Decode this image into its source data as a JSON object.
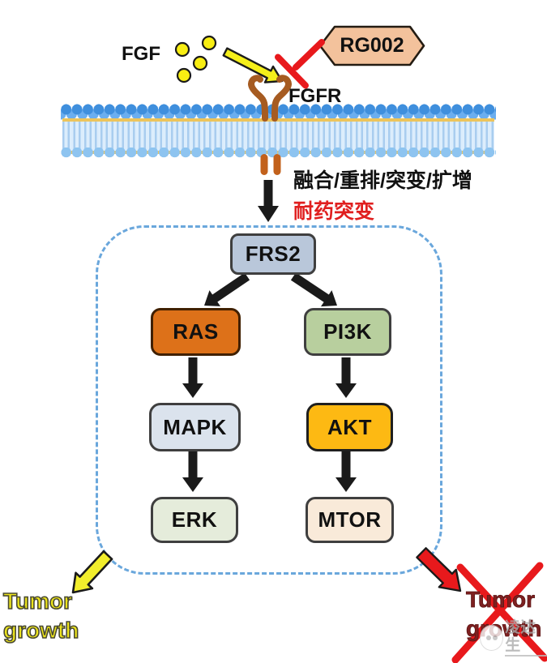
{
  "figure": {
    "type": "signaling-pathway-diagram",
    "ligand_label": "FGF",
    "receptor_label": "FGFR",
    "inhibitor_label": "RG002",
    "alterations_label": "融合/重排/突变/扩增",
    "resistance_label": "耐药突变",
    "outcome_left": {
      "line1": "Tumor",
      "line2": "growth",
      "status": "promoted"
    },
    "outcome_right": {
      "line1": "Tumor",
      "line2": "growth",
      "status": "blocked"
    },
    "watermark_text": "凌达生"
  },
  "pathway": {
    "nodes": [
      {
        "id": "FRS2",
        "label": "FRS2",
        "fill": "#b9c7da"
      },
      {
        "id": "RAS",
        "label": "RAS",
        "fill": "#dd7119"
      },
      {
        "id": "PI3K",
        "label": "PI3K",
        "fill": "#b8cf9e"
      },
      {
        "id": "MAPK",
        "label": "MAPK",
        "fill": "#dbe3ed"
      },
      {
        "id": "AKT",
        "label": "AKT",
        "fill": "#fdb913"
      },
      {
        "id": "ERK",
        "label": "ERK",
        "fill": "#e5ecdb"
      },
      {
        "id": "MTOR",
        "label": "MTOR",
        "fill": "#f9ead9"
      }
    ],
    "edges": [
      {
        "from": "FGF",
        "to": "FGFR",
        "type": "activation"
      },
      {
        "from": "RG002",
        "to": "FGFR",
        "type": "inhibition"
      },
      {
        "from": "FGFR",
        "to": "FRS2",
        "type": "activation"
      },
      {
        "from": "FRS2",
        "to": "RAS",
        "type": "activation"
      },
      {
        "from": "FRS2",
        "to": "PI3K",
        "type": "activation"
      },
      {
        "from": "RAS",
        "to": "MAPK",
        "type": "activation"
      },
      {
        "from": "PI3K",
        "to": "AKT",
        "type": "activation"
      },
      {
        "from": "MAPK",
        "to": "ERK",
        "type": "activation"
      },
      {
        "from": "AKT",
        "to": "MTOR",
        "type": "activation"
      },
      {
        "from": "pathway-active",
        "to": "Tumor growth",
        "type": "promotes"
      },
      {
        "from": "pathway-inhibited",
        "to": "Tumor growth",
        "type": "blocked"
      }
    ]
  },
  "colors": {
    "inhibitor_fill": "#f3c29c",
    "inhibition_red": "#e8191c",
    "resistance_text_red": "#e01f1f",
    "membrane_blue_dark": "#3f8fdd",
    "membrane_blue_light": "#dcedfc",
    "membrane_lipid_yellow": "#ecc45c",
    "receptor_brown": "#a65b21",
    "arrow_black": "#1a1a1a",
    "arrow_yellow": "#f5ef1a",
    "dashed_frame_blue": "#6aa7dc",
    "tumor_left_yellow": "#ece41c",
    "tumor_right_maroon": "#7e2020"
  }
}
